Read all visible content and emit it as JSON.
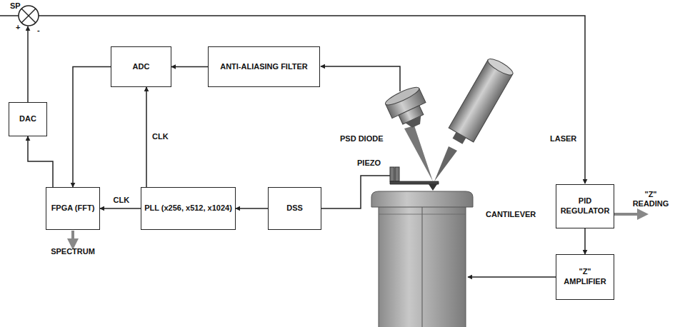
{
  "diagram": {
    "nodes": [
      {
        "text": [
          "ADC"
        ]
      },
      {
        "text": [
          "ANTI-ALIASING FILTER"
        ]
      },
      {
        "text": [
          "DAC"
        ]
      },
      {
        "text": [
          "FPGA (FFT)"
        ]
      },
      {
        "text": [
          "PLL (x256, x512, x1024)"
        ]
      },
      {
        "text": [
          "DSS"
        ]
      },
      {
        "text": [
          "PID REGULATOR"
        ]
      },
      {
        "text": [
          "\"Z\" AMPLIFIER"
        ]
      }
    ],
    "edges": [
      {
        "from": 1,
        "to": 0,
        "arrow": "to"
      },
      {
        "from": 0,
        "to": 3,
        "arrow": "to"
      },
      {
        "from": 3,
        "to": 2,
        "arrow": "to"
      },
      {
        "from": 4,
        "to": 0,
        "label": "CLK",
        "arrow": "to"
      },
      {
        "from": 4,
        "to": 3,
        "label": "CLK",
        "arrow": "to"
      },
      {
        "from": 5,
        "to": 4,
        "arrow": "to"
      },
      {
        "from": 6,
        "to": 7,
        "arrow": "to"
      }
    ],
    "labels": [
      "SP",
      "+",
      "-",
      "SPECTRUM",
      "PSD DIODE",
      "LASER",
      "PIEZO",
      "CANTILEVER",
      "\"Z\" READING"
    ]
  }
}
